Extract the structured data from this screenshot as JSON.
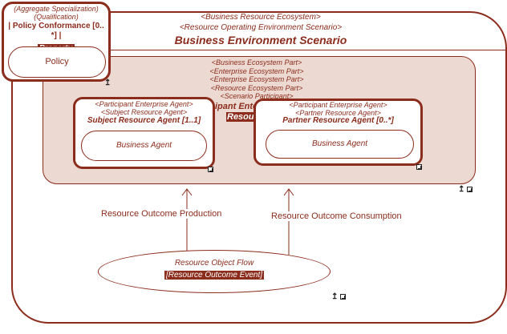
{
  "scenario": {
    "stereo1": "<Business Resource Ecosystem>",
    "stereo2": "<Resource Operating Environment Scenario>",
    "title": "Business Environment Scenario"
  },
  "part": {
    "stereo1": "<Business Ecosystem Part>",
    "stereo2": "<Enterprise Ecosystem Part>",
    "stereo3": "<Enterprise Ecosystem Part>",
    "stereo4": "<Resource Ecosystem Part>",
    "stereo5": "<Scenario Participant>",
    "hidden_name": "ipant Ente",
    "hidden_type": "Resour"
  },
  "subject_agent": {
    "stereo1": "<Participant Enterprise Agent>",
    "stereo2": "<Subject Resource Agent>",
    "title": "Subject Resource Agent [1..1]",
    "inner": "Business Agent"
  },
  "partner_agent": {
    "stereo1": "<Participant Enterprise Agent>",
    "stereo2": "<Partner Resource Agent>",
    "title": "Partner Resource Agent [0..*]",
    "inner": "Business Agent"
  },
  "policy": {
    "stereo1": "(Aggregate Specialization)",
    "stereo2": "(Qualification)",
    "title_line1": "| Policy Conformance [0..",
    "title_line2": "*] |",
    "tag": "Property",
    "inner": "Policy"
  },
  "flows": {
    "left_label": "Resource Outcome Production",
    "right_label": "Resource Outcome Consumption"
  },
  "object_flow": {
    "title": "Resource Object Flow",
    "type": "[Resource Outcome Event]"
  },
  "colors": {
    "primary": "#8b2c1c",
    "part_fill": "#ecd9d1"
  }
}
